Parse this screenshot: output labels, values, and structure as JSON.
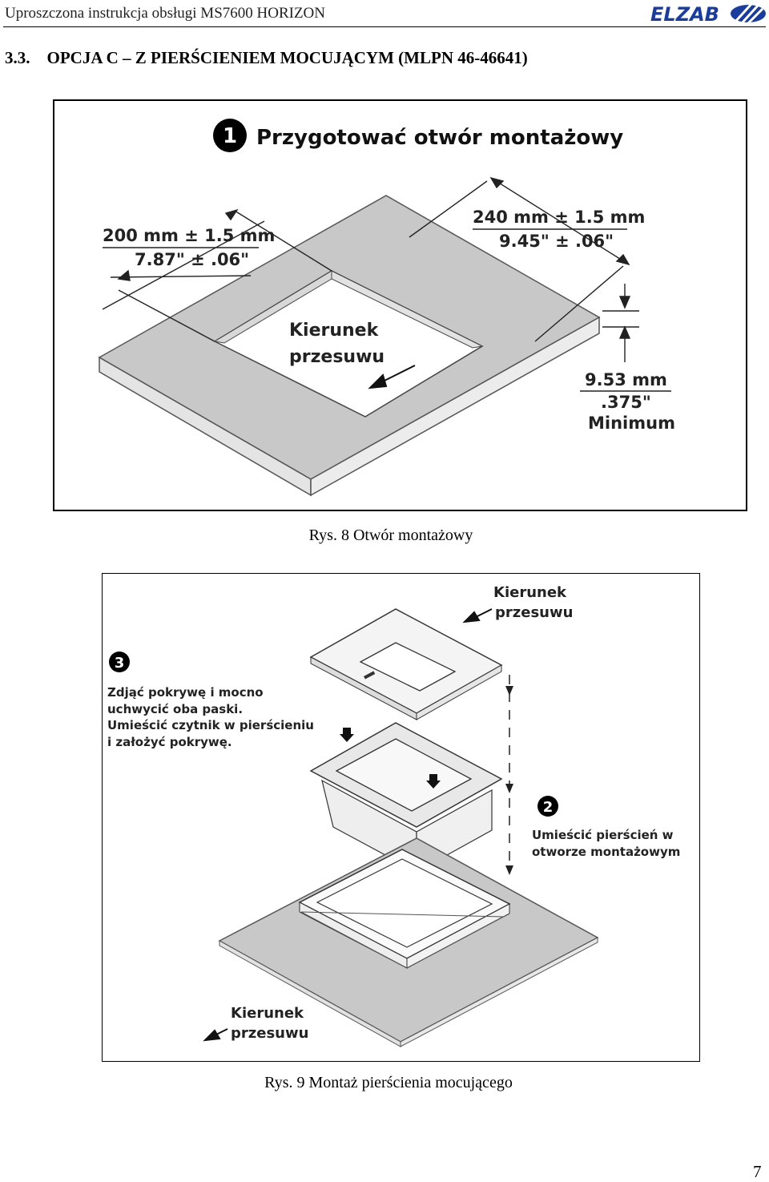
{
  "header": {
    "title": "Uproszczona instrukcja obsługi MS7600 HORIZON",
    "logo_text": "ELZAB"
  },
  "section": {
    "number": "3.3.",
    "title": "OPCJA C – Z PIERŚCIENIEM MOCUJĄCYM (MLPN 46-46641)"
  },
  "figure1": {
    "step": "1",
    "title": "Przygotować otwór montażowy",
    "dim_width_metric": "200 mm ± 1.5 mm",
    "dim_width_imperial": "7.87\" ± .06\"",
    "dim_depth_metric": "240 mm ± 1.5 mm",
    "dim_depth_imperial": "9.45\" ± .06\"",
    "dim_thickness_metric": "9.53 mm",
    "dim_thickness_imperial": ".375\"",
    "dim_thickness_note": "Minimum",
    "direction_label_1": "Kierunek",
    "direction_label_2": "przesuwu",
    "caption": "Rys. 8 Otwór montażowy"
  },
  "figure2": {
    "step3": "3",
    "step3_lines": [
      "Zdjąć pokrywę i mocno",
      "uchwycić oba paski.",
      "Umieścić czytnik w pierścieniu",
      "i założyć pokrywę."
    ],
    "step2": "2",
    "step2_lines": [
      "Umieścić pierścień w",
      "otworze montażowym"
    ],
    "direction_top_1": "Kierunek",
    "direction_top_2": "przesuwu",
    "direction_bottom_1": "Kierunek",
    "direction_bottom_2": "przesuwu",
    "caption": "Rys. 9 Montaż pierścienia mocującego"
  },
  "page_number": "7"
}
